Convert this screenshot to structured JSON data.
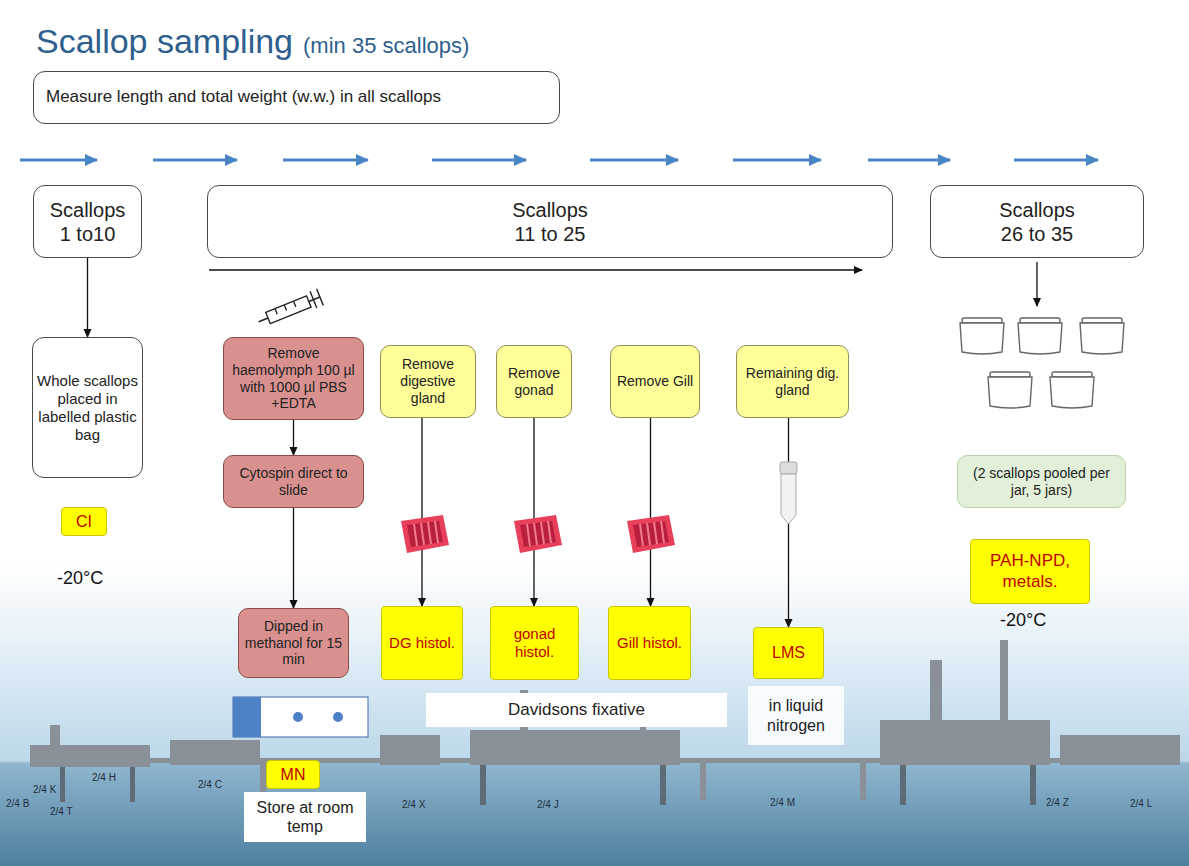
{
  "diagram": {
    "title": "Scallop sampling",
    "nodes": [
      {
        "text": [
          "Measure length and total weight (w.w.) in all scallops"
        ]
      },
      {
        "text": [
          "Scallops 1 to10"
        ]
      },
      {
        "text": [
          "Scallops 11 to 25"
        ]
      },
      {
        "text": [
          "Scallops 26 to 35"
        ]
      },
      {
        "text": [
          "Whole scallops placed in labelled plastic bag"
        ]
      },
      {
        "text": [
          "CI"
        ]
      },
      {
        "text": [
          "Remove haemolymph 100 µl with 1000 µl PBS +EDTA"
        ]
      },
      {
        "text": [
          "Cytospin direct to slide"
        ]
      },
      {
        "text": [
          "Dipped in methanol for 15 min"
        ]
      },
      {
        "text": [
          "MN"
        ]
      },
      {
        "text": [
          "Remove digestive gland"
        ]
      },
      {
        "text": [
          "Remove gonad"
        ]
      },
      {
        "text": [
          "Remove Gill"
        ]
      },
      {
        "text": [
          "Remaining dig. gland"
        ]
      },
      {
        "text": [
          "DG histol."
        ]
      },
      {
        "text": [
          "gonad histol."
        ]
      },
      {
        "text": [
          "Gill histol."
        ]
      },
      {
        "text": [
          "LMS"
        ]
      },
      {
        "text": [
          "(2 scallops pooled per jar, 5 jars)"
        ]
      },
      {
        "text": [
          "PAH-NPD, metals."
        ]
      },
      {
        "text": [
          "Davidsons fixative"
        ]
      },
      {
        "text": [
          "in liquid nitrogen"
        ]
      },
      {
        "text": [
          "Store at room temp"
        ]
      }
    ],
    "edges": [
      {
        "from": 1,
        "to": 4,
        "arrow": "to"
      },
      {
        "from": 6,
        "to": 7,
        "arrow": "to"
      },
      {
        "from": 7,
        "to": 8,
        "arrow": "to"
      },
      {
        "from": 10,
        "to": 14,
        "arrow": "to"
      },
      {
        "from": 11,
        "to": 15,
        "arrow": "to"
      },
      {
        "from": 12,
        "to": 16,
        "arrow": "to"
      },
      {
        "from": 13,
        "to": 17,
        "arrow": "to"
      }
    ],
    "labels": [
      "(min 35 scallops)",
      "-20°C",
      "-20°C",
      "2/4 H",
      "2/4 K",
      "2/4 B",
      "2/4 T",
      "2/4 C",
      "2/4 X",
      "2/4 J",
      "2/4 M",
      "2/4 Z",
      "2/4 L"
    ]
  }
}
